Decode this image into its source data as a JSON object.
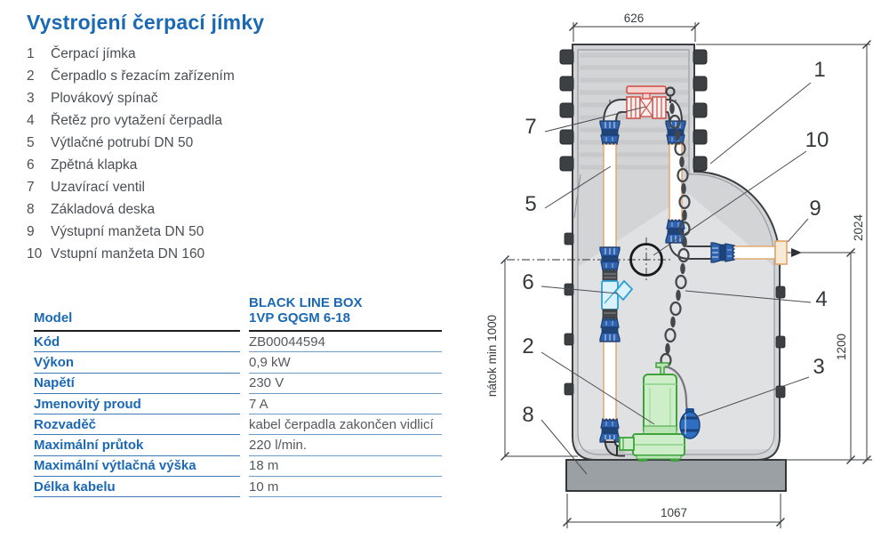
{
  "title": "Vystrojení čerpací jímky",
  "legend": {
    "items": [
      {
        "num": "1",
        "label": "Čerpací jímka"
      },
      {
        "num": "2",
        "label": "Čerpadlo s řezacím zařízením"
      },
      {
        "num": "3",
        "label": "Plovákový spínač"
      },
      {
        "num": "4",
        "label": "Řetěz pro vytažení čerpadla"
      },
      {
        "num": "5",
        "label": "Výtlačné potrubí DN 50"
      },
      {
        "num": "6",
        "label": "Zpětná klapka"
      },
      {
        "num": "7",
        "label": "Uzavírací ventil"
      },
      {
        "num": "8",
        "label": "Základová deska"
      },
      {
        "num": "9",
        "label": "Výstupní manžeta DN 50"
      },
      {
        "num": "10",
        "label": "Vstupní manžeta DN 160"
      }
    ]
  },
  "table": {
    "header": {
      "label": "Model",
      "value_line1": "BLACK LINE BOX",
      "value_line2": "1VP GQGM 6-18"
    },
    "rows": [
      {
        "label": "Kód",
        "value": "ZB00044594"
      },
      {
        "label": "Výkon",
        "value": "0,9 kW"
      },
      {
        "label": "Napětí",
        "value": "230 V"
      },
      {
        "label": "Jmenovitý proud",
        "value": "7 A"
      },
      {
        "label": "Rozvaděč",
        "value": "kabel čerpadla zakončen vidlicí"
      },
      {
        "label": "Maximální průtok",
        "value": "220 l/min."
      },
      {
        "label": "Maximální výtlačná výška",
        "value": "18 m"
      },
      {
        "label": "Délka kabelu",
        "value": "10 m"
      }
    ]
  },
  "drawing": {
    "dimensions": {
      "neck_width": "626",
      "overall_height": "2024",
      "outlet_height": "1200",
      "base_width": "1067",
      "inflow_note": "nátok  min 1000"
    },
    "callouts": [
      "1",
      "2",
      "3",
      "4",
      "5",
      "6",
      "7",
      "8",
      "9",
      "10"
    ]
  },
  "colors": {
    "accent_blue": "#1b69b5",
    "text_gray": "#55595d",
    "tank_gray": "#d2d4d6",
    "base_gray": "#9aa0a4",
    "pump_green": "#3fa23c",
    "fitting_blue": "#2f63b0",
    "valve_red": "#cf4c44",
    "check_valve_cyan": "#2e9fd3",
    "pipe_orange": "#e2a468"
  }
}
